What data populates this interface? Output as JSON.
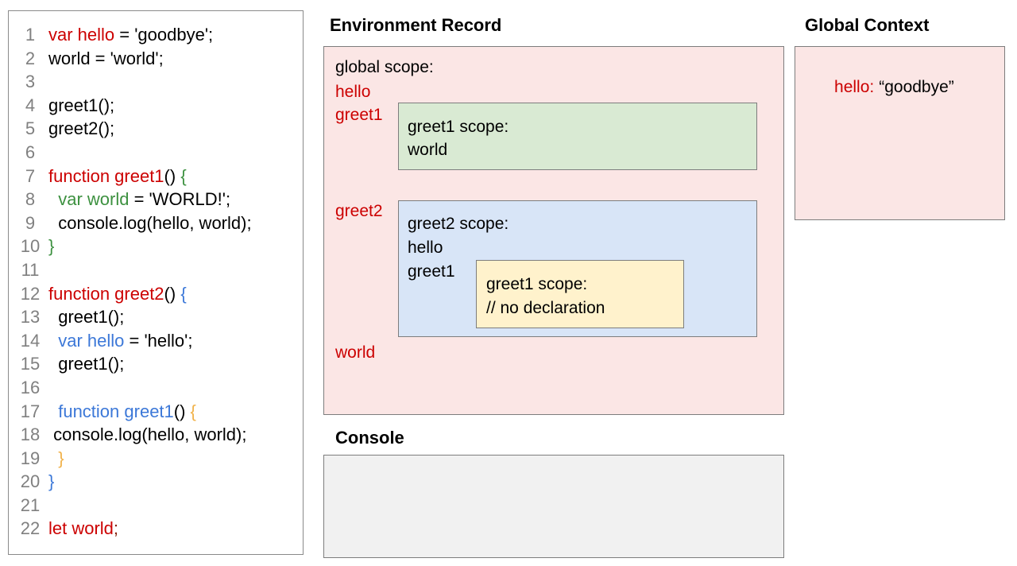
{
  "palette": {
    "black": "#000000",
    "red": "#cc0000",
    "darkred": "#85200c",
    "green": "#3d9140",
    "blue": "#3c78d8",
    "yellow": "#f1b24a",
    "line_number_gray": "#808080",
    "border_gray": "#7d7d7d",
    "pink_bg": "#fbe6e5",
    "green_bg": "#d9ead3",
    "blue_bg": "#d8e5f7",
    "yellow_bg": "#fff2cc",
    "console_bg": "#f1f1f1"
  },
  "code_panel": {
    "lines": [
      {
        "num": "1",
        "segments": [
          {
            "t": "var hello",
            "c": "red"
          },
          {
            "t": " = 'goodbye';",
            "c": "black"
          }
        ]
      },
      {
        "num": "2",
        "segments": [
          {
            "t": "world = 'world';",
            "c": "black"
          }
        ]
      },
      {
        "num": "3",
        "segments": []
      },
      {
        "num": "4",
        "segments": [
          {
            "t": "greet1();",
            "c": "black"
          }
        ]
      },
      {
        "num": "5",
        "segments": [
          {
            "t": "greet2();",
            "c": "black"
          }
        ]
      },
      {
        "num": "6",
        "segments": []
      },
      {
        "num": "7",
        "segments": [
          {
            "t": "function greet1",
            "c": "red"
          },
          {
            "t": "() ",
            "c": "black"
          },
          {
            "t": "{",
            "c": "green"
          }
        ]
      },
      {
        "num": "8",
        "segments": [
          {
            "t": "  var world",
            "c": "green"
          },
          {
            "t": " = 'WORLD!';",
            "c": "black"
          }
        ]
      },
      {
        "num": "9",
        "segments": [
          {
            "t": "  console.log(hello, world);",
            "c": "black"
          }
        ]
      },
      {
        "num": "10",
        "segments": [
          {
            "t": "}",
            "c": "green"
          }
        ]
      },
      {
        "num": "11",
        "segments": []
      },
      {
        "num": "12",
        "segments": [
          {
            "t": "function greet2",
            "c": "red"
          },
          {
            "t": "() ",
            "c": "black"
          },
          {
            "t": "{",
            "c": "blue"
          }
        ]
      },
      {
        "num": "13",
        "segments": [
          {
            "t": "  greet1();",
            "c": "black"
          }
        ]
      },
      {
        "num": "14",
        "segments": [
          {
            "t": "  var hello",
            "c": "blue"
          },
          {
            "t": " = 'hello';",
            "c": "black"
          }
        ]
      },
      {
        "num": "15",
        "segments": [
          {
            "t": "  greet1();",
            "c": "black"
          }
        ]
      },
      {
        "num": "16",
        "segments": []
      },
      {
        "num": "17",
        "segments": [
          {
            "t": "  function greet1",
            "c": "blue"
          },
          {
            "t": "() ",
            "c": "black"
          },
          {
            "t": "{",
            "c": "yellow"
          }
        ]
      },
      {
        "num": "18",
        "segments": [
          {
            "t": " console.log(hello, world);",
            "c": "black"
          }
        ]
      },
      {
        "num": "19",
        "segments": [
          {
            "t": "  }",
            "c": "yellow"
          }
        ]
      },
      {
        "num": "20",
        "segments": [
          {
            "t": "}",
            "c": "blue"
          }
        ]
      },
      {
        "num": "21",
        "segments": []
      },
      {
        "num": "22",
        "segments": [
          {
            "t": "let world",
            "c": "red"
          },
          {
            "t": ";",
            "c": "darkred"
          }
        ]
      }
    ]
  },
  "environment_record": {
    "title": "Environment Record",
    "global_scope": {
      "label": "global scope:",
      "hoisted": [
        "hello",
        "greet1",
        "greet2",
        "world"
      ],
      "greet1_scope": {
        "label": "greet1 scope:",
        "vars": [
          "world"
        ]
      },
      "greet2_scope": {
        "label": "greet2 scope:",
        "vars": [
          "hello",
          "greet1"
        ],
        "greet1_scope": {
          "label": "greet1 scope:",
          "comment": "// no declaration"
        }
      }
    }
  },
  "console": {
    "title": "Console",
    "content": ""
  },
  "global_context": {
    "title": "Global Context",
    "entries": [
      {
        "name": "hello:",
        "value": "“goodbye”"
      }
    ]
  }
}
